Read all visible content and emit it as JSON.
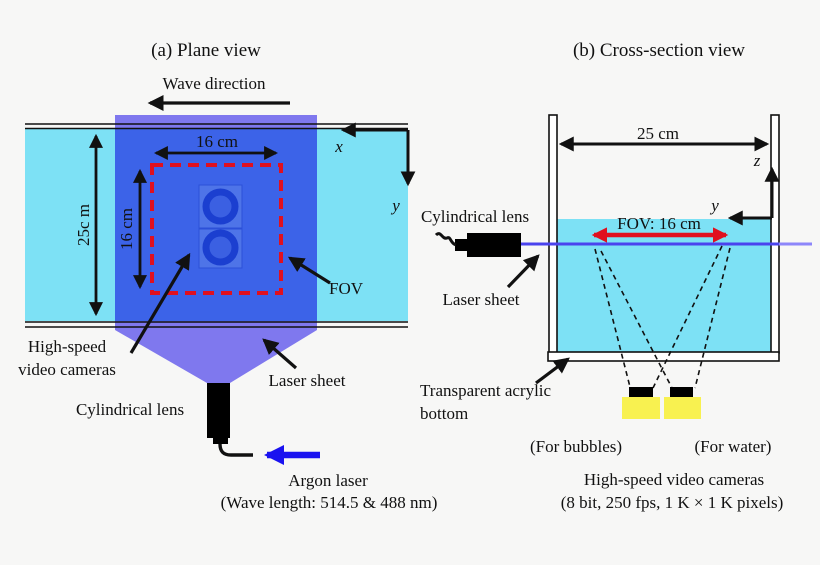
{
  "colors": {
    "background": "#f7f7f6",
    "water": "#7de1f5",
    "laser_overlap": "#3c63e8",
    "laser_violet": "#7f78ee",
    "camera_square": "#4e74e8",
    "camera_ring": "#1b3fd0",
    "camera_ring_fill": "#3b60e2",
    "fov_red": "#e0101f",
    "camera_yellow": "#f8f150",
    "laser_blue": "#1a12f0",
    "laser_line": "#4a43ee",
    "laser_line_light": "#8d86fa",
    "ink": "#111111"
  },
  "panel_a": {
    "title": "(a) Plane view",
    "wave_direction_label": "Wave direction",
    "fov_width_label": "16 cm",
    "fov_height_label": "16 cm",
    "channel_width_label": "25c m",
    "x_axis_label": "x",
    "y_axis_label": "y",
    "fov_label": "FOV",
    "cameras_label": {
      "line1": "High-speed",
      "line2": "video cameras"
    },
    "laser_sheet_label": "Laser sheet",
    "cylindrical_lens_label": "Cylindrical lens",
    "argon_laser_label": {
      "line1": "Argon laser",
      "line2": "(Wave length: 514.5 & 488 nm)"
    }
  },
  "panel_b": {
    "title": "(b) Cross-section view",
    "tank_width_label": "25 cm",
    "fov_label": "FOV: 16 cm",
    "z_axis_label": "z",
    "y_axis_label": "y",
    "cylindrical_lens_label": "Cylindrical lens",
    "laser_sheet_label": "Laser sheet",
    "acrylic_bottom_label": {
      "line1": "Transparent acrylic",
      "line2": "bottom"
    },
    "camera_bubbles_label": "(For bubbles)",
    "camera_water_label": "(For water)",
    "cameras_caption": {
      "line1": "High-speed video cameras",
      "line2": "(8 bit, 250 fps, 1 K × 1 K pixels)"
    }
  }
}
